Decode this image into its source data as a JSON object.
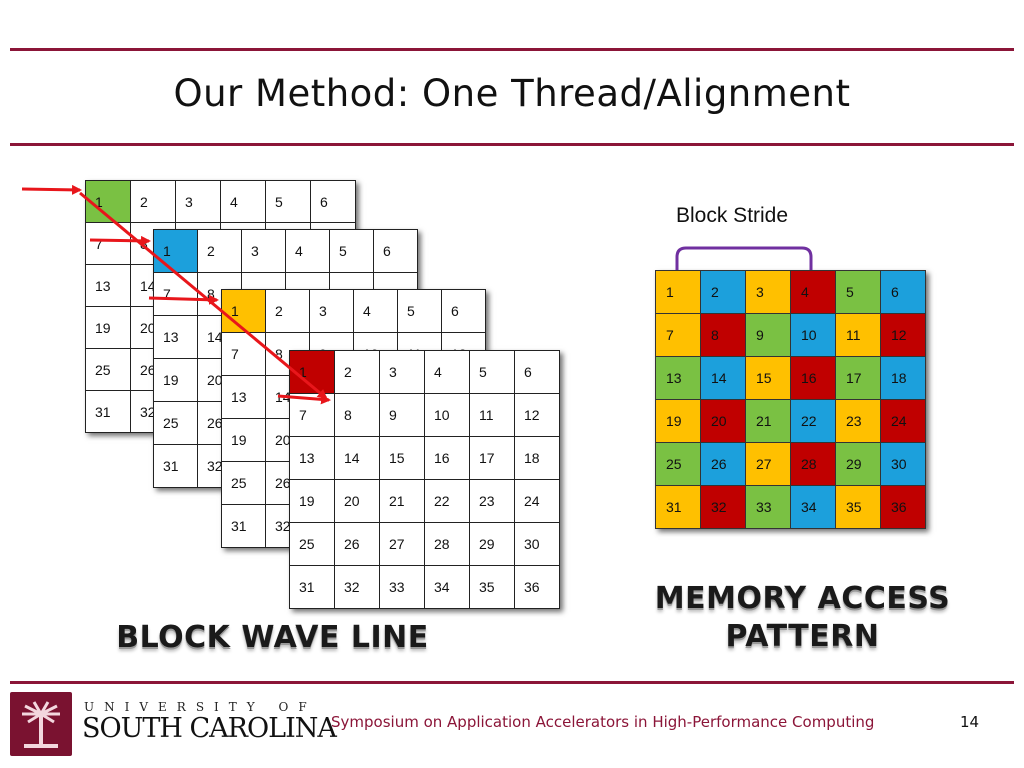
{
  "title": "Our Method:  One Thread/Alignment",
  "grid_numbers": [
    [
      "1",
      "2",
      "3",
      "4",
      "5",
      "6"
    ],
    [
      "7",
      "8",
      "9",
      "10",
      "11",
      "12"
    ],
    [
      "13",
      "14",
      "15",
      "16",
      "17",
      "18"
    ],
    [
      "19",
      "20",
      "21",
      "22",
      "23",
      "24"
    ],
    [
      "25",
      "26",
      "27",
      "28",
      "29",
      "30"
    ],
    [
      "31",
      "32",
      "33",
      "34",
      "35",
      "36"
    ]
  ],
  "stack_highlight_colors": [
    "#7ac143",
    "#1ca0dc",
    "#ffc000",
    "#c00000"
  ],
  "block_stride_label": "Block Stride",
  "memory_pattern_colors": [
    [
      "#ffc000",
      "#1ca0dc",
      "#ffc000",
      "#c00000",
      "#7ac143",
      "#1ca0dc"
    ],
    [
      "#ffc000",
      "#c00000",
      "#7ac143",
      "#1ca0dc",
      "#ffc000",
      "#c00000"
    ],
    [
      "#7ac143",
      "#1ca0dc",
      "#ffc000",
      "#c00000",
      "#7ac143",
      "#1ca0dc"
    ],
    [
      "#ffc000",
      "#c00000",
      "#7ac143",
      "#1ca0dc",
      "#ffc000",
      "#c00000"
    ],
    [
      "#7ac143",
      "#1ca0dc",
      "#ffc000",
      "#c00000",
      "#7ac143",
      "#1ca0dc"
    ],
    [
      "#ffc000",
      "#c00000",
      "#7ac143",
      "#1ca0dc",
      "#ffc000",
      "#c00000"
    ]
  ],
  "caption_left": "BLOCK WAVE LINE",
  "caption_right_line1": "MEMORY ACCESS",
  "caption_right_line2": "PATTERN",
  "footer": {
    "logo_upper": "UNIVERSITY OF",
    "logo_lower": "SOUTH CAROLINA",
    "conference": "Symposium on Application Accelerators in High-Performance Computing",
    "page_number": "14"
  },
  "colors": {
    "rule": "#8b1538",
    "arrow": "#e8161b",
    "bracket": "#7030a0"
  }
}
